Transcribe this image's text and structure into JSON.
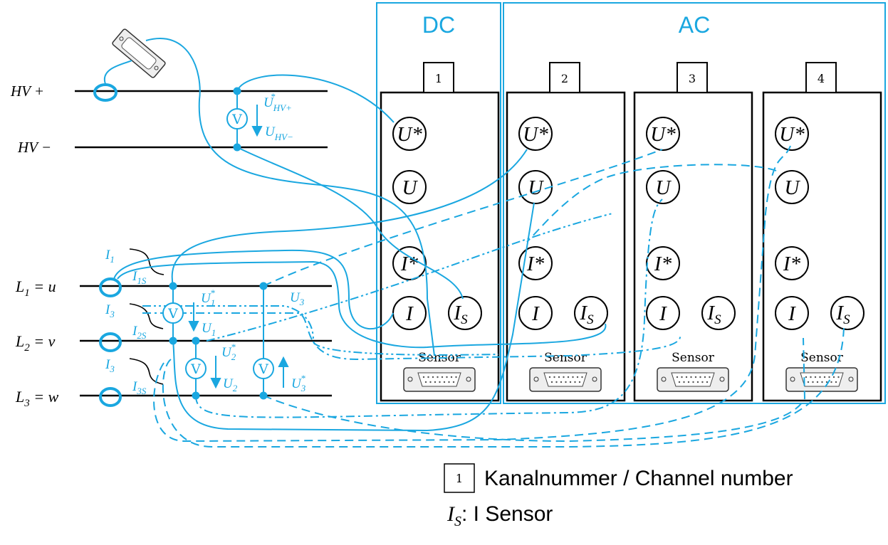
{
  "colors": {
    "accent": "#1aa7e0",
    "line": "#000000"
  },
  "groups": {
    "dc": "DC",
    "ac": "AC"
  },
  "modules": [
    {
      "channel": "1",
      "terminals": {
        "u_star": "U*",
        "u": "U",
        "i_star": "I*",
        "i": "I",
        "is": "I",
        "is_sub": "S"
      },
      "sensor": "Sensor"
    },
    {
      "channel": "2",
      "terminals": {
        "u_star": "U*",
        "u": "U",
        "i_star": "I*",
        "i": "I",
        "is": "I",
        "is_sub": "S"
      },
      "sensor": "Sensor"
    },
    {
      "channel": "3",
      "terminals": {
        "u_star": "U*",
        "u": "U",
        "i_star": "I*",
        "i": "I",
        "is": "I",
        "is_sub": "S"
      },
      "sensor": "Sensor"
    },
    {
      "channel": "4",
      "terminals": {
        "u_star": "U*",
        "u": "U",
        "i_star": "I*",
        "i": "I",
        "is": "I",
        "is_sub": "S"
      },
      "sensor": "Sensor"
    }
  ],
  "lines": {
    "hv_plus": "HV +",
    "hv_minus": "HV −",
    "l1": "L",
    "l1_sub": "1",
    "l1_eq": " = u",
    "l2": "L",
    "l2_sub": "2",
    "l2_eq": " = v",
    "l3": "L",
    "l3_sub": "3",
    "l3_eq": " = w"
  },
  "labels": {
    "u_hv_plus": "U",
    "u_hv_plus_sub": "HV+",
    "u_hv_plus_sup": "*",
    "u_hv_minus": "U",
    "u_hv_minus_sub": "HV−",
    "i1": "I",
    "i1_sub": "1",
    "i1s": "I",
    "i1s_sub": "1S",
    "i3a": "I",
    "i3a_sub": "3",
    "i2s": "I",
    "i2s_sub": "2S",
    "i3b": "I",
    "i3b_sub": "3",
    "i3s": "I",
    "i3s_sub": "3S",
    "u1star": "U",
    "u1star_sub": "1",
    "u1star_sup": "*",
    "u1": "U",
    "u1_sub": "1",
    "u2star": "U",
    "u2star_sub": "2",
    "u2star_sup": "*",
    "u2": "U",
    "u2_sub": "2",
    "u3": "U",
    "u3_sub": "3",
    "u3star": "U",
    "u3star_sub": "3",
    "u3star_sup": "*",
    "voltmeter": "V"
  },
  "legend": {
    "channel_box": "1",
    "channel_text": "Kanalnummer / Channel number",
    "sensor_symbol": "I",
    "sensor_sub": "S",
    "sensor_text": ": I Sensor"
  }
}
